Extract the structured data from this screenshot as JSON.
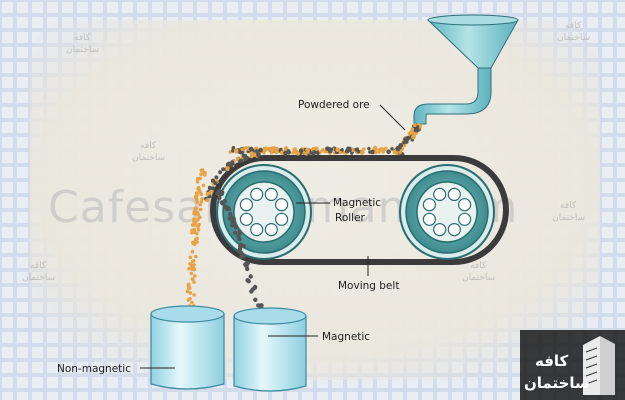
{
  "labels": {
    "powdered_ore": "Powdered ore",
    "magnetic_roller": [
      "Magnetic",
      "Roller"
    ],
    "moving_belt": "Moving belt",
    "magnetic": "Magnetic",
    "non_magnetic": "Non-magnetic"
  },
  "watermark": {
    "main": "Cafesakhteman.com",
    "ar_small_1": "کافه",
    "ar_small_2": "ساختمان"
  },
  "logo": {
    "line1": "کافه",
    "line2": "ساختمان"
  },
  "colors": {
    "background": "#cfd9e8",
    "panel": "#ebe8df",
    "funnel": "#7cc6cf",
    "roller_teal": "#4f9ea0",
    "belt": "#3a3a3a",
    "ore_light": "#e6a445",
    "ore_dark": "#555555",
    "bin": "#bfe7f1"
  }
}
